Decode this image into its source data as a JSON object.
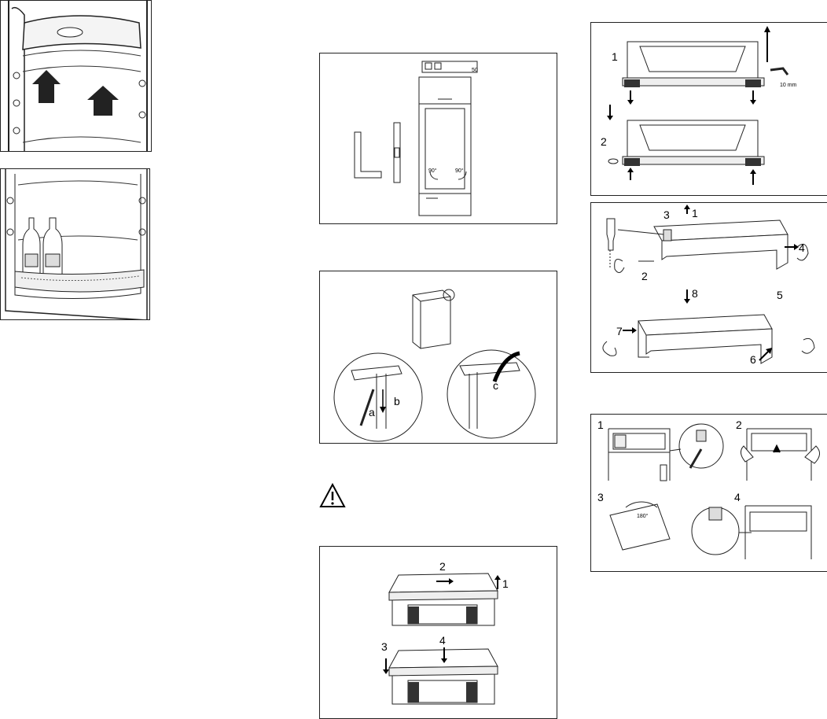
{
  "figures": {
    "leveling": {
      "angle_left": "90°",
      "angle_right": "90°",
      "gap": "50"
    },
    "door_corner": {
      "labels": [
        "a",
        "b",
        "c"
      ]
    },
    "top_cover": {
      "labels": [
        "1",
        "2",
        "3",
        "4"
      ]
    },
    "feet": {
      "step1": "1",
      "step2": "2",
      "wrench": "10 mm"
    },
    "hinge_reversal": {
      "labels": [
        "1",
        "2",
        "3",
        "4",
        "5",
        "6",
        "7",
        "8"
      ]
    },
    "freezer_flap": {
      "labels": [
        "1",
        "2",
        "3",
        "4"
      ],
      "rotation": "180°"
    }
  },
  "warning_icon": "warning-triangle-icon"
}
